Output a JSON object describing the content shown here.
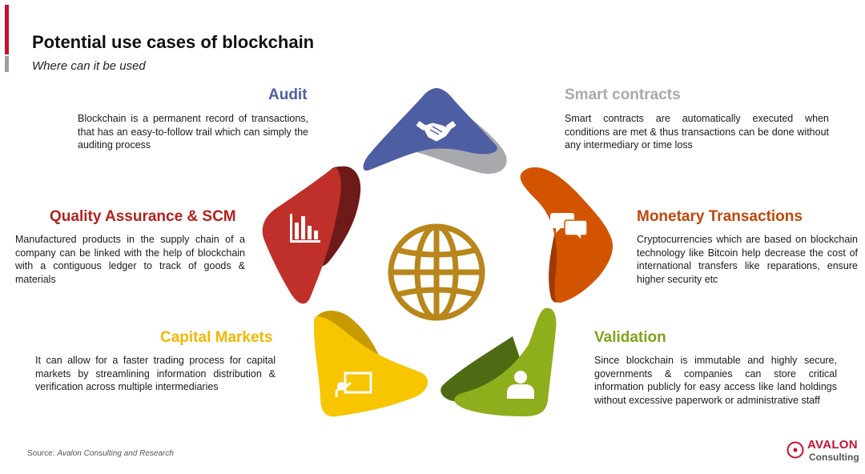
{
  "header": {
    "title": "Potential use cases of blockchain",
    "subtitle": "Where can it be used"
  },
  "colors": {
    "audit": "#4e5ea3",
    "smart_contracts": "#a7a9ac",
    "monetary": "#d35400",
    "validation": "#8fae1b",
    "capital": "#f7c600",
    "quality": "#c0302a",
    "globe": "#b8861b",
    "brand_red": "#c8102e"
  },
  "use_cases": {
    "audit": {
      "title": "Audit",
      "description": "Blockchain is a permanent record of transactions, that has an easy-to-follow trail which can simply the auditing process",
      "icon": "handshake-icon"
    },
    "smart_contracts": {
      "title": "Smart contracts",
      "description": "Smart contracts are automatically executed when conditions are met & thus transactions can be done without any intermediary or time loss",
      "icon": "none"
    },
    "quality": {
      "title": "Quality Assurance & SCM",
      "description": "Manufactured products in the supply chain of a company can be linked with the help of blockchain with a contiguous ledger to track of goods & materials",
      "icon": "bar-chart-icon"
    },
    "monetary": {
      "title": "Monetary Transactions",
      "description": "Cryptocurrencies which are based on blockchain technology like Bitcoin help decrease the cost of international transfers like reparations, ensure higher security etc",
      "icon": "chat-bubbles-icon"
    },
    "capital": {
      "title": "Capital Markets",
      "description": "It can allow for a faster trading process for capital markets by streamlining information distribution & verification  across multiple intermediaries",
      "icon": "presentation-icon"
    },
    "validation": {
      "title": "Validation",
      "description": "Since blockchain is immutable and highly secure, governments & companies can store critical information publicly for easy access like land holdings without excessive paperwork or administrative staff",
      "icon": "user-icon"
    }
  },
  "center_icon": "globe-icon",
  "footer": {
    "source_label": "Source:",
    "source_text": "Avalon Consulting and Research",
    "logo_word1": "AVALON",
    "logo_word2": "Consulting"
  }
}
